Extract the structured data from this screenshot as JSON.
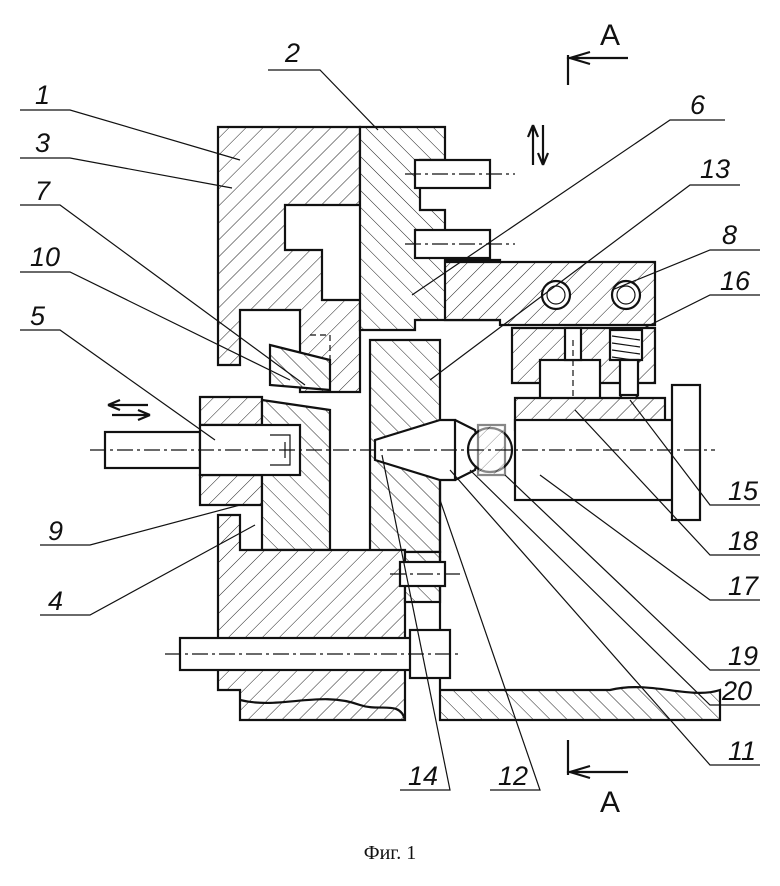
{
  "figure": {
    "caption": "Фиг. 1",
    "section_mark": "A",
    "labels": [
      "1",
      "2",
      "3",
      "4",
      "5",
      "6",
      "7",
      "8",
      "9",
      "10",
      "11",
      "12",
      "13",
      "14",
      "15",
      "16",
      "17",
      "18",
      "19",
      "20"
    ]
  }
}
